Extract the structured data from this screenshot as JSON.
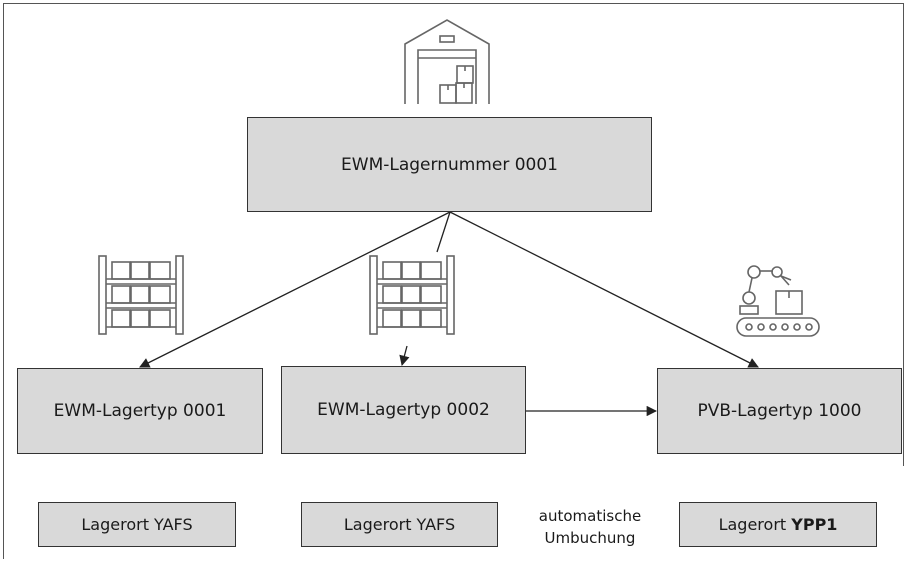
{
  "boxes": {
    "warehouse_number": "EWM-Lagernummer 0001",
    "type_0001": "EWM-Lagertyp 0001",
    "type_0002": "EWM-Lagertyp 0002",
    "type_1000": "PVB-Lagertyp 1000"
  },
  "storage_locations": {
    "loc_1": "Lagerort YAFS",
    "loc_2": "Lagerort YAFS",
    "loc_3_prefix": "Lagerort ",
    "loc_3_code": "YPP1"
  },
  "note": {
    "line1": "automatische",
    "line2": "Umbuchung"
  },
  "icons": [
    "warehouse-building-icon",
    "shelf-rack-icon",
    "shelf-rack-icon",
    "robot-conveyor-icon"
  ],
  "colors": {
    "box_fill": "#d9d9d9",
    "stroke": "#333333"
  }
}
